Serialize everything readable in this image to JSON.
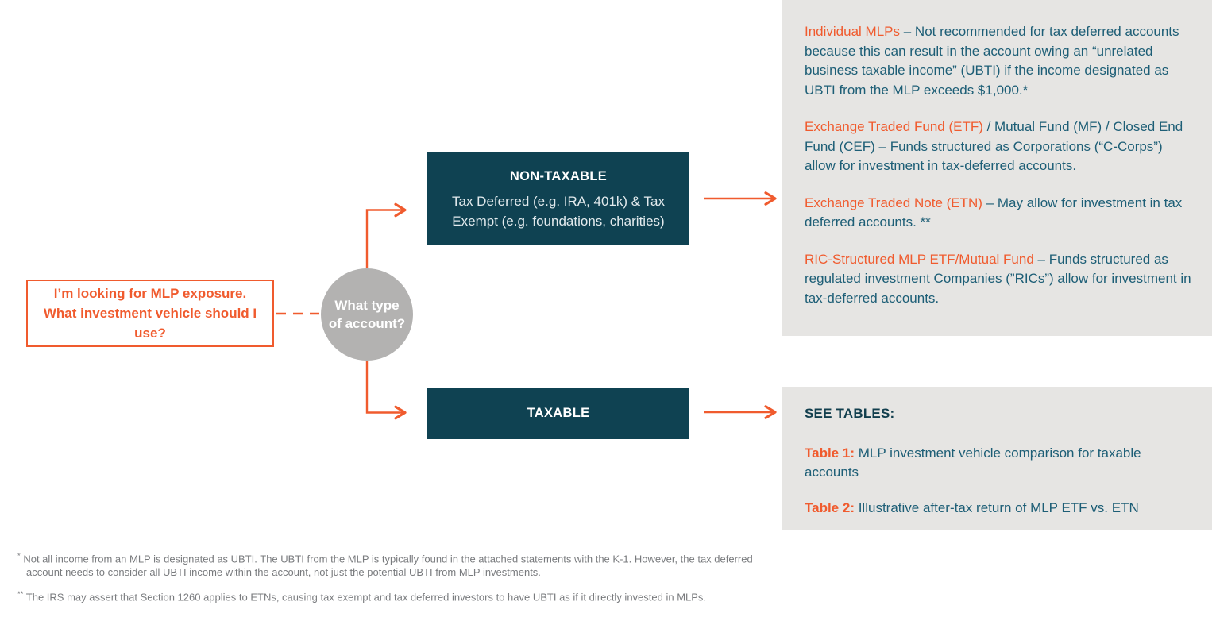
{
  "colors": {
    "orange": "#f05b2e",
    "teal_box": "#0f4252",
    "teal_text": "#1d5e76",
    "teal_heading": "#123f4e",
    "panel_gray": "#e6e5e3",
    "circle_gray": "#b3b2b1",
    "footnote_gray": "#797b7e"
  },
  "question_box": {
    "line1": "I’m looking for MLP exposure.",
    "line2": "What investment vehicle should I use?"
  },
  "decision_circle": {
    "line1": "What type",
    "line2": "of account?"
  },
  "branches": {
    "non_taxable": {
      "title": "NON-TAXABLE",
      "subtitle": "Tax Deferred (e.g. IRA, 401k) & Tax Exempt (e.g. foundations, charities)"
    },
    "taxable": {
      "title": "TAXABLE"
    }
  },
  "non_taxable_panel": {
    "items": [
      {
        "lead": "Individual MLPs",
        "text": " – Not recommended for tax deferred accounts because this can result in the account owing an “unrelated business taxable income” (UBTI) if the income designated as UBTI from the MLP exceeds $1,000.*"
      },
      {
        "lead": "Exchange Traded Fund (ETF)",
        "text": " / Mutual Fund (MF) / Closed End Fund (CEF) – Funds structured as Corporations (“C-Corps”) allow for investment in tax-deferred accounts."
      },
      {
        "lead": "Exchange Traded Note (ETN)",
        "text": " – May allow for investment in tax deferred accounts. **"
      },
      {
        "lead": "RIC-Structured MLP ETF/Mutual Fund",
        "text": " – Funds structured as regulated investment Companies (”RICs”) allow for investment in tax-deferred accounts."
      }
    ]
  },
  "see_tables_panel": {
    "heading": "SEE TABLES:",
    "tables": [
      {
        "lead": "Table 1:",
        "text": " MLP investment vehicle comparison for taxable accounts"
      },
      {
        "lead": "Table 2:",
        "text": " Illustrative after-tax return of MLP ETF vs. ETN"
      }
    ]
  },
  "footnotes": [
    {
      "marker": "*",
      "text": "Not all income from an MLP is designated as UBTI. The UBTI from the MLP is typically found in the attached statements with the K-1. However, the tax deferred account needs to consider all UBTI income within the account, not just the potential UBTI from MLP investments."
    },
    {
      "marker": "**",
      "text": "The IRS may assert that Section 1260 applies to ETNs, causing tax exempt and tax deferred investors to have UBTI as if it directly invested in MLPs."
    }
  ]
}
